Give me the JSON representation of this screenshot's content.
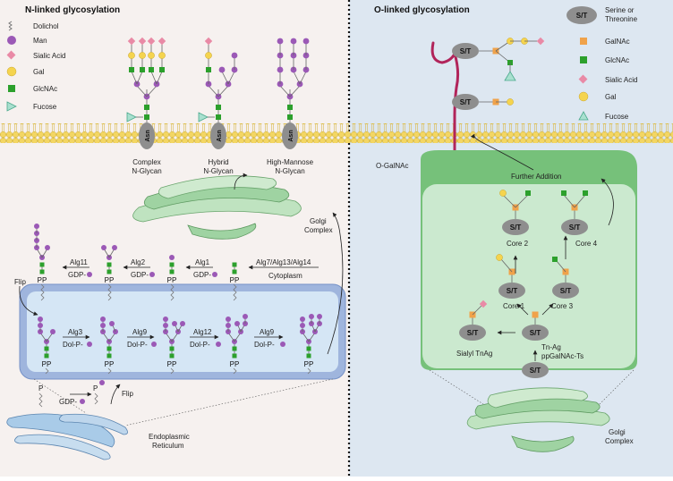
{
  "left_panel": {
    "title": "N-linked glycosylation",
    "legend": [
      {
        "label": "Dolichol",
        "icon": "dolichol-icon"
      },
      {
        "label": "Man",
        "icon": "mannose-circle-icon"
      },
      {
        "label": "Sialic Acid",
        "icon": "sialic-acid-diamond-icon"
      },
      {
        "label": "Gal",
        "icon": "galactose-circle-icon"
      },
      {
        "label": "GlcNAc",
        "icon": "glcnac-square-icon"
      },
      {
        "label": "Fucose",
        "icon": "fucose-triangle-icon"
      }
    ],
    "asn_label": "Asn",
    "glycans": [
      {
        "line1": "Complex",
        "line2": "N-Glycan"
      },
      {
        "line1": "Hybrid",
        "line2": "N-Glycan"
      },
      {
        "line1": "High-Mannose",
        "line2": "N-Glycan"
      }
    ],
    "golgi_line1": "Golgi",
    "golgi_line2": "Complex",
    "pp": "PP",
    "p": "P",
    "cyto_steps": [
      {
        "enzyme": "Alg11",
        "donor": "GDP-"
      },
      {
        "enzyme": "Alg2",
        "donor": "GDP-"
      },
      {
        "enzyme": "Alg1",
        "donor": "GDP-"
      },
      {
        "enzyme": "Alg7/Alg13/Alg14",
        "donor": "Cytoplasm"
      }
    ],
    "lumen_steps": [
      {
        "enzyme": "Alg3",
        "donor": "Dol-P-"
      },
      {
        "enzyme": "Alg9",
        "donor": "Dol-P-"
      },
      {
        "enzyme": "Alg12",
        "donor": "Dol-P-"
      },
      {
        "enzyme": "Alg9",
        "donor": "Dol-P-"
      }
    ],
    "flip": "Flip",
    "bottom_gdp": "GDP-",
    "bottom_flip": "Flip",
    "er_line1": "Endoplasmic",
    "er_line2": "Reticulum"
  },
  "right_panel": {
    "title": "O-linked glycosylation",
    "st": "S/T",
    "legend_st_line1": "Serine or",
    "legend_st_line2": "Threonine",
    "legend": [
      {
        "label": "GalNAc",
        "icon": "galnac-square-icon"
      },
      {
        "label": "GlcNAc",
        "icon": "glcnac-square-icon"
      },
      {
        "label": "Sialic Acid",
        "icon": "sialic-acid-diamond-icon"
      },
      {
        "label": "Gal",
        "icon": "galactose-circle-icon"
      },
      {
        "label": "Fucose",
        "icon": "fucose-triangle-icon"
      }
    ],
    "o_galnac": "O-GalNAc",
    "further_addition": "Further Addition",
    "core2": "Core 2",
    "core4": "Core 4",
    "core1": "Core 1",
    "core3": "Core 3",
    "tn_ag": "Tn-Ag",
    "ppgalnac": "ppGalNAc-Ts",
    "sialyl": "Sialyl TnAg",
    "golgi_line1": "Golgi",
    "golgi_line2": "Complex"
  },
  "colors": {
    "left_bg": "#f6f1ef",
    "right_bg": "#dde7f1",
    "mannose": "#9b59b6",
    "galactose": "#f5d44e",
    "glcnac": "#2ca02c",
    "galnac": "#f0a24a",
    "sialic": "#e98aa6",
    "fucose": "#67c2a7",
    "membrane": "#f3d663",
    "st_node": "#8e8e8e",
    "peptide": "#b1245a"
  }
}
